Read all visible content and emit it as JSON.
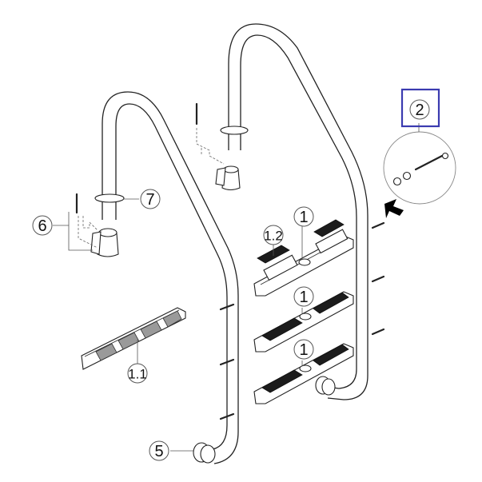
{
  "diagram": {
    "type": "exploded-parts-view",
    "subject": "pool-ladder",
    "callouts": [
      {
        "id": "c1a",
        "label": "1"
      },
      {
        "id": "c1b",
        "label": "1"
      },
      {
        "id": "c1c",
        "label": "1"
      },
      {
        "id": "c11",
        "label": "1.1"
      },
      {
        "id": "c12",
        "label": "1.2"
      },
      {
        "id": "c2",
        "label": "2"
      },
      {
        "id": "c5",
        "label": "5"
      },
      {
        "id": "c6",
        "label": "6"
      },
      {
        "id": "c7",
        "label": "7"
      }
    ],
    "highlight_color": "#3b3bb0",
    "tread_color": "#1c1c1c"
  }
}
